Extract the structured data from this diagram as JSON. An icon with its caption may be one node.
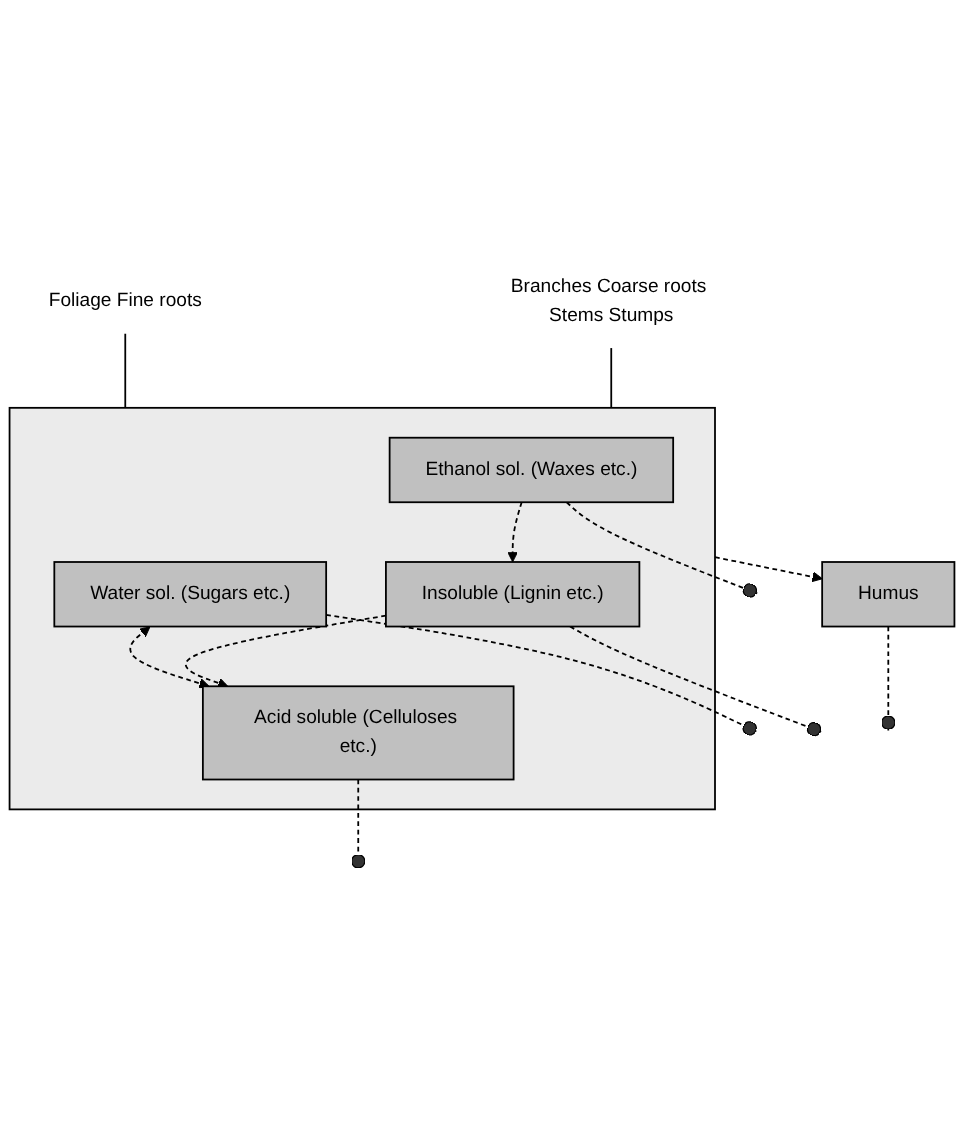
{
  "diagram": {
    "nodes": [
      {
        "text": [
          "Foliage Fine roots"
        ]
      },
      {
        "text": [
          "Branches Coarse roots Stems Stumps"
        ]
      },
      {
        "text": [],
        "shape": "box"
      },
      {
        "text": [
          "Ethanol sol. (Waxes etc.)"
        ],
        "in": 2
      },
      {
        "text": [
          "Water sol. (Sugars etc.)"
        ],
        "in": 2
      },
      {
        "text": [
          "Acid soluble (Celluloses etc.)"
        ],
        "in": 2
      },
      {
        "text": [
          "Insoluble (Lignin etc.)"
        ],
        "in": 2
      },
      {
        "text": [
          "Humus"
        ]
      }
    ],
    "edges": [
      {
        "from": 0,
        "to": 2,
        "arrow": "none"
      },
      {
        "from": 1,
        "to": 2,
        "arrow": "none"
      },
      {
        "from": 3,
        "to": 6,
        "arrow": "to",
        "style": "dashed"
      },
      {
        "from": 4,
        "to": 5,
        "arrow": "both",
        "style": "dashed"
      },
      {
        "from": 6,
        "to": 5,
        "arrow": "to",
        "style": "dashed"
      },
      {
        "from": 3,
        "to": null,
        "arrow": "other",
        "style": "dashed"
      },
      {
        "from": 4,
        "to": null,
        "arrow": "other",
        "style": "dashed"
      },
      {
        "from": 5,
        "to": null,
        "arrow": "other",
        "style": "dashed"
      },
      {
        "from": 6,
        "to": null,
        "arrow": "other",
        "style": "dashed"
      },
      {
        "from": 2,
        "to": 7,
        "arrow": "to",
        "style": "dashed"
      },
      {
        "from": 7,
        "to": null,
        "arrow": "other",
        "style": "dashed"
      }
    ]
  }
}
